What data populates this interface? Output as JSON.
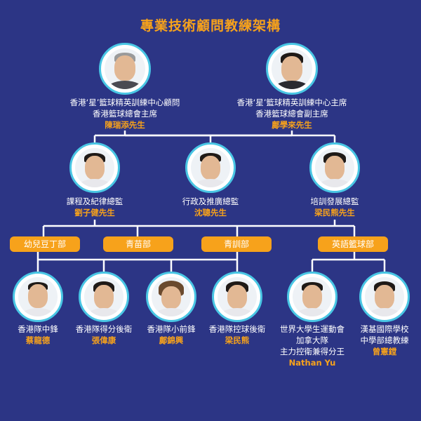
{
  "title": "專業技術顧問教練架構",
  "colors": {
    "background": "#2c3585",
    "accent": "#f7a21b",
    "ring": "#49c6e4",
    "line": "#ffffff"
  },
  "top": [
    {
      "role_lines": [
        "香港‘星’籃球精英訓練中心顧問",
        "香港籃球總會主席"
      ],
      "name": "陳瑞添先生"
    },
    {
      "role_lines": [
        "香港‘星’籃球精英訓練中心主席",
        "香港籃球總會副主席"
      ],
      "name": "鄺學來先生"
    }
  ],
  "directors": [
    {
      "role": "課程及紀律總監",
      "name": "劉子健先生"
    },
    {
      "role": "行政及推廣總監",
      "name": "沈聰先生"
    },
    {
      "role": "培訓發展總監",
      "name": "梁民熊先生"
    }
  ],
  "departments": [
    "幼兒豆丁部",
    "青苗部",
    "青訓部",
    "英語籃球部"
  ],
  "coaches": [
    {
      "role_lines": [
        "香港隊中鋒"
      ],
      "name": "蔡龍德"
    },
    {
      "role_lines": [
        "香港隊得分後衛"
      ],
      "name": "張偉康"
    },
    {
      "role_lines": [
        "香港隊小前鋒"
      ],
      "name": "鄺錦興"
    },
    {
      "role_lines": [
        "香港隊控球後衛"
      ],
      "name": "梁民熊"
    },
    {
      "role_lines": [
        "世界大學生運動會",
        "加拿大隊",
        "主力控衛兼得分王"
      ],
      "name": "Nathan Yu"
    },
    {
      "role_lines": [
        "漢基國際學校",
        "中學部總教練"
      ],
      "name": "曾憲鏜"
    }
  ]
}
